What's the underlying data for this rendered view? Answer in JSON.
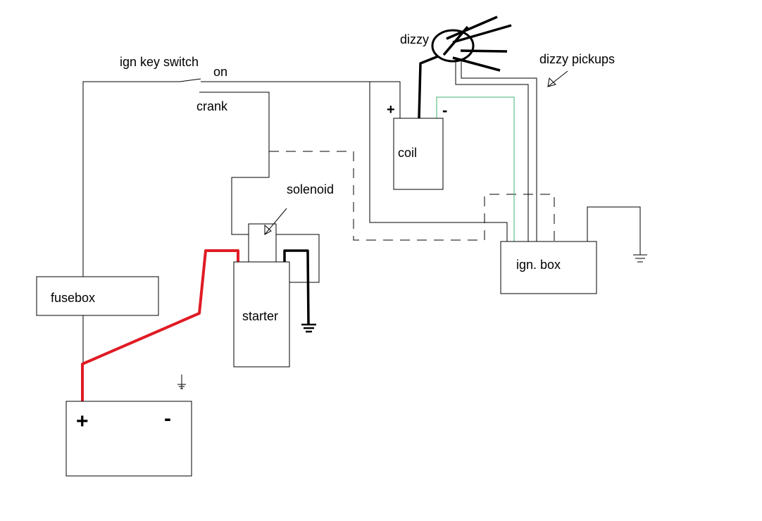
{
  "labels": {
    "ign_key_switch": "ign key switch",
    "on": "on",
    "crank": "crank",
    "dizzy": "dizzy",
    "dizzy_pickups": "dizzy pickups",
    "coil": "coil",
    "coil_positive": "+",
    "coil_negative": "-",
    "solenoid": "solenoid",
    "ign_box": "ign. box",
    "fusebox": "fusebox",
    "starter": "starter",
    "battery_positive": "+",
    "battery_negative": "-"
  },
  "colors": {
    "wire": "#000000",
    "battery_cable": "#e01b24",
    "pickup_wire": "#3cb371",
    "background": "#ffffff"
  },
  "icons": [
    "ground-symbol",
    "arrow-pointer",
    "distributor-cap"
  ]
}
